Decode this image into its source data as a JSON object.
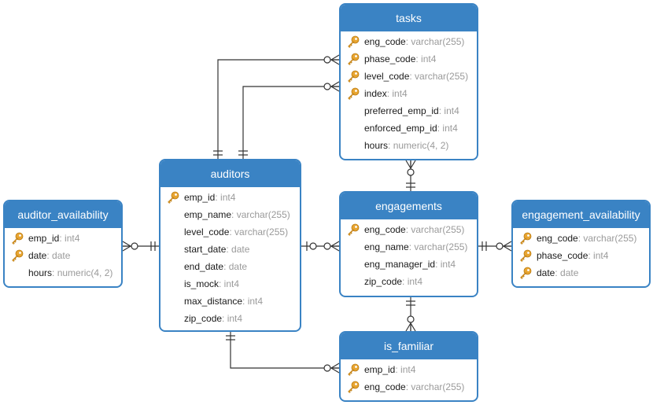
{
  "colors": {
    "accent": "#3a83c4",
    "key": "#e8a531",
    "type_text": "#9a9a9a",
    "line": "#333333"
  },
  "entities": {
    "tasks": {
      "title": "tasks",
      "fields": [
        {
          "name": "eng_code",
          "type": ": varchar(255)",
          "pk": true
        },
        {
          "name": "phase_code",
          "type": ": int4",
          "pk": true
        },
        {
          "name": "level_code",
          "type": ": varchar(255)",
          "pk": true
        },
        {
          "name": "index",
          "type": ": int4",
          "pk": true
        },
        {
          "name": "preferred_emp_id",
          "type": ": int4",
          "pk": false
        },
        {
          "name": "enforced_emp_id",
          "type": ": int4",
          "pk": false
        },
        {
          "name": "hours",
          "type": ": numeric(4, 2)",
          "pk": false
        }
      ]
    },
    "auditors": {
      "title": "auditors",
      "fields": [
        {
          "name": "emp_id",
          "type": ": int4",
          "pk": true
        },
        {
          "name": "emp_name",
          "type": ": varchar(255)",
          "pk": false
        },
        {
          "name": "level_code",
          "type": ": varchar(255)",
          "pk": false
        },
        {
          "name": "start_date",
          "type": ": date",
          "pk": false
        },
        {
          "name": "end_date",
          "type": ": date",
          "pk": false
        },
        {
          "name": "is_mock",
          "type": ": int4",
          "pk": false
        },
        {
          "name": "max_distance",
          "type": ": int4",
          "pk": false
        },
        {
          "name": "zip_code",
          "type": ": int4",
          "pk": false
        }
      ]
    },
    "auditor_availability": {
      "title": "auditor_availability",
      "fields": [
        {
          "name": "emp_id",
          "type": ": int4",
          "pk": true
        },
        {
          "name": "date",
          "type": ": date",
          "pk": true
        },
        {
          "name": "hours",
          "type": ": numeric(4, 2)",
          "pk": false
        }
      ]
    },
    "engagements": {
      "title": "engagements",
      "fields": [
        {
          "name": "eng_code",
          "type": ": varchar(255)",
          "pk": true
        },
        {
          "name": "eng_name",
          "type": ": varchar(255)",
          "pk": false
        },
        {
          "name": "eng_manager_id",
          "type": ": int4",
          "pk": false
        },
        {
          "name": "zip_code",
          "type": ": int4",
          "pk": false
        }
      ]
    },
    "engagement_availability": {
      "title": "engagement_availability",
      "fields": [
        {
          "name": "eng_code",
          "type": ": varchar(255)",
          "pk": true
        },
        {
          "name": "phase_code",
          "type": ": int4",
          "pk": true
        },
        {
          "name": "date",
          "type": ": date",
          "pk": true
        }
      ]
    },
    "is_familiar": {
      "title": "is_familiar",
      "fields": [
        {
          "name": "emp_id",
          "type": ": int4",
          "pk": true
        },
        {
          "name": "eng_code",
          "type": ": varchar(255)",
          "pk": true
        }
      ]
    }
  },
  "relationships": [
    {
      "from": "auditors",
      "from_end": "one",
      "to": "tasks",
      "to_end": "zero-or-many"
    },
    {
      "from": "auditors",
      "from_end": "one",
      "to": "tasks",
      "to_end": "zero-or-many"
    },
    {
      "from": "engagements",
      "from_end": "one",
      "to": "tasks",
      "to_end": "zero-or-many"
    },
    {
      "from": "auditors",
      "from_end": "one",
      "to": "auditor_availability",
      "to_end": "zero-or-many"
    },
    {
      "from": "auditors",
      "from_end": "zero-or-one",
      "to": "engagements",
      "to_end": "zero-or-many"
    },
    {
      "from": "engagements",
      "from_end": "one",
      "to": "engagement_availability",
      "to_end": "zero-or-many"
    },
    {
      "from": "engagements",
      "from_end": "one",
      "to": "is_familiar",
      "to_end": "zero-or-many"
    },
    {
      "from": "auditors",
      "from_end": "one",
      "to": "is_familiar",
      "to_end": "zero-or-many"
    }
  ]
}
